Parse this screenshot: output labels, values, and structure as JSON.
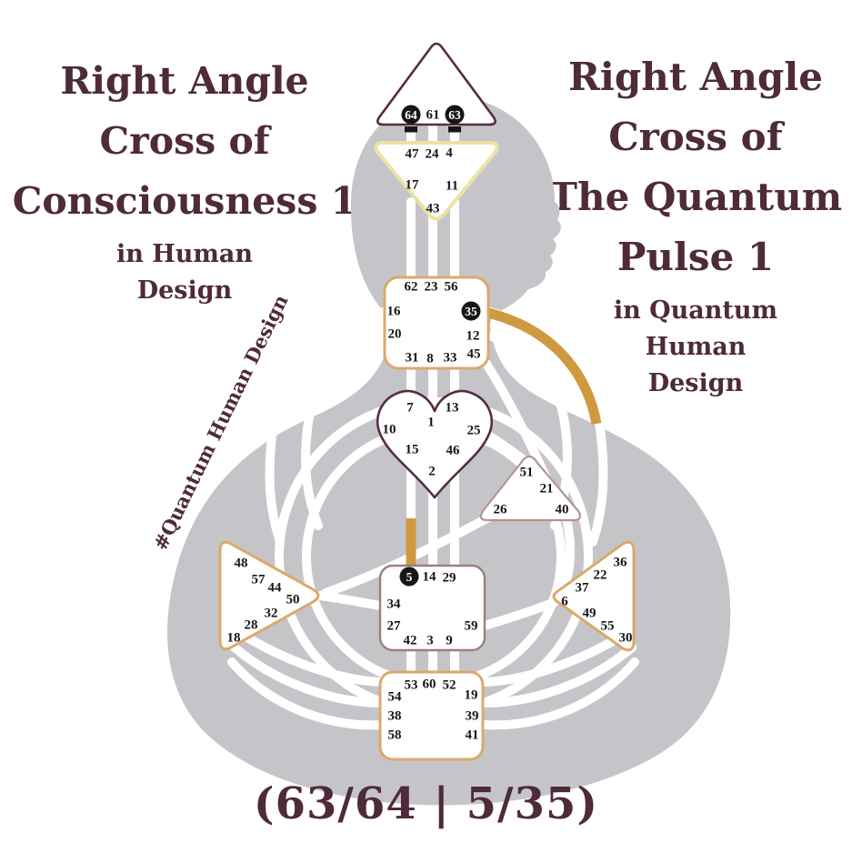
{
  "titles": {
    "left": {
      "lines": [
        "Right Angle",
        "Cross of",
        "Consciousness 1"
      ],
      "subtitle_lines": [
        "in Human",
        "Design"
      ]
    },
    "right": {
      "lines": [
        "Right Angle",
        "Cross of",
        "The Quantum",
        "Pulse 1"
      ],
      "subtitle_lines": [
        "in Quantum",
        "Human",
        "Design"
      ]
    }
  },
  "hashtag": "#Quantum Human Design",
  "bottom_label": "(63/64 | 5/35)",
  "colors": {
    "maroon": "#4e2a3a",
    "maroon_border": "#552c42",
    "body_gray": "#c5c5c9",
    "gold": "#cf9a3f",
    "ajna_yellow": "#ece2a4",
    "tan": "#dba96a",
    "sacral_border": "#9d7f77",
    "will_border": "#b5948c",
    "ink": "#161616"
  },
  "bodygraph": {
    "highlighted_gates": [
      "64",
      "63",
      "35",
      "5"
    ],
    "gold_channel_segments": [
      {
        "gate": "35",
        "description": "gold arc from throat gate 35 toward solar plexus gate 36"
      },
      {
        "gate": "5",
        "description": "gold segment above sacral gate 5 toward g-center gate 15"
      }
    ],
    "centers": [
      {
        "id": "head",
        "gates": [
          {
            "n": "64",
            "filled": true,
            "tick": true
          },
          {
            "n": "61"
          },
          {
            "n": "63",
            "filled": true,
            "tick": true
          }
        ]
      },
      {
        "id": "ajna",
        "gates": [
          {
            "n": "47"
          },
          {
            "n": "24"
          },
          {
            "n": "4"
          },
          {
            "n": "17"
          },
          {
            "n": "11"
          },
          {
            "n": "43"
          }
        ]
      },
      {
        "id": "throat",
        "gates": [
          {
            "n": "62"
          },
          {
            "n": "23"
          },
          {
            "n": "56"
          },
          {
            "n": "16"
          },
          {
            "n": "35",
            "filled": true
          },
          {
            "n": "20"
          },
          {
            "n": "12"
          },
          {
            "n": "45"
          },
          {
            "n": "31"
          },
          {
            "n": "8"
          },
          {
            "n": "33"
          }
        ]
      },
      {
        "id": "g-center",
        "gates": [
          {
            "n": "7"
          },
          {
            "n": "13"
          },
          {
            "n": "1"
          },
          {
            "n": "10"
          },
          {
            "n": "25"
          },
          {
            "n": "15"
          },
          {
            "n": "46"
          },
          {
            "n": "2"
          }
        ]
      },
      {
        "id": "will",
        "gates": [
          {
            "n": "51"
          },
          {
            "n": "21"
          },
          {
            "n": "26"
          },
          {
            "n": "40"
          }
        ]
      },
      {
        "id": "spleen",
        "gates": [
          {
            "n": "48"
          },
          {
            "n": "57"
          },
          {
            "n": "44"
          },
          {
            "n": "50"
          },
          {
            "n": "32"
          },
          {
            "n": "28"
          },
          {
            "n": "18"
          }
        ]
      },
      {
        "id": "solar-plexus",
        "gates": [
          {
            "n": "36"
          },
          {
            "n": "22"
          },
          {
            "n": "37"
          },
          {
            "n": "6"
          },
          {
            "n": "49"
          },
          {
            "n": "55"
          },
          {
            "n": "30"
          }
        ]
      },
      {
        "id": "sacral",
        "gates": [
          {
            "n": "5",
            "filled": true
          },
          {
            "n": "14"
          },
          {
            "n": "29"
          },
          {
            "n": "34"
          },
          {
            "n": "27"
          },
          {
            "n": "59"
          },
          {
            "n": "42"
          },
          {
            "n": "3"
          },
          {
            "n": "9"
          }
        ]
      },
      {
        "id": "root",
        "gates": [
          {
            "n": "53"
          },
          {
            "n": "60"
          },
          {
            "n": "52"
          },
          {
            "n": "54"
          },
          {
            "n": "19"
          },
          {
            "n": "38"
          },
          {
            "n": "58"
          },
          {
            "n": "39"
          },
          {
            "n": "41"
          }
        ]
      }
    ]
  }
}
